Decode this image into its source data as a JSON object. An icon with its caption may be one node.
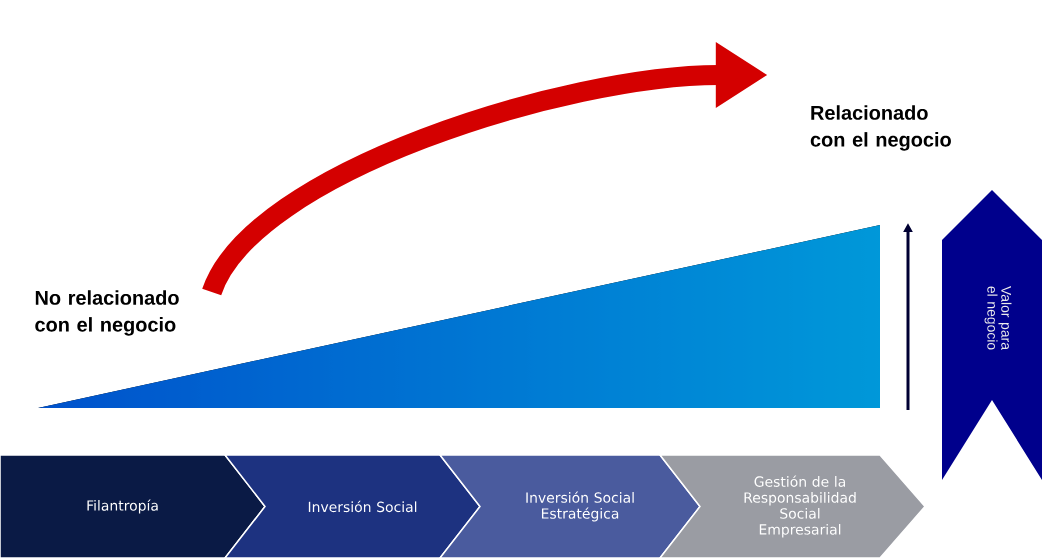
{
  "diagram": {
    "nodes": [
      {
        "text": [
          "Relacionado con el negocio"
        ]
      },
      {
        "text": [
          "No relacionado con el negocio"
        ]
      },
      {
        "text": [
          "Valor para el negocio"
        ]
      },
      {
        "text": [
          "Filantropía"
        ]
      },
      {
        "text": [
          "Inversión Social"
        ]
      },
      {
        "text": [
          "Inversión Social Estratégica"
        ]
      },
      {
        "text": [
          "Gestión de la Responsabilidad Social Empresarial"
        ]
      }
    ],
    "edges": [
      {
        "from": 1,
        "to": 0,
        "arrow": "to",
        "color": "#d40000"
      }
    ]
  }
}
